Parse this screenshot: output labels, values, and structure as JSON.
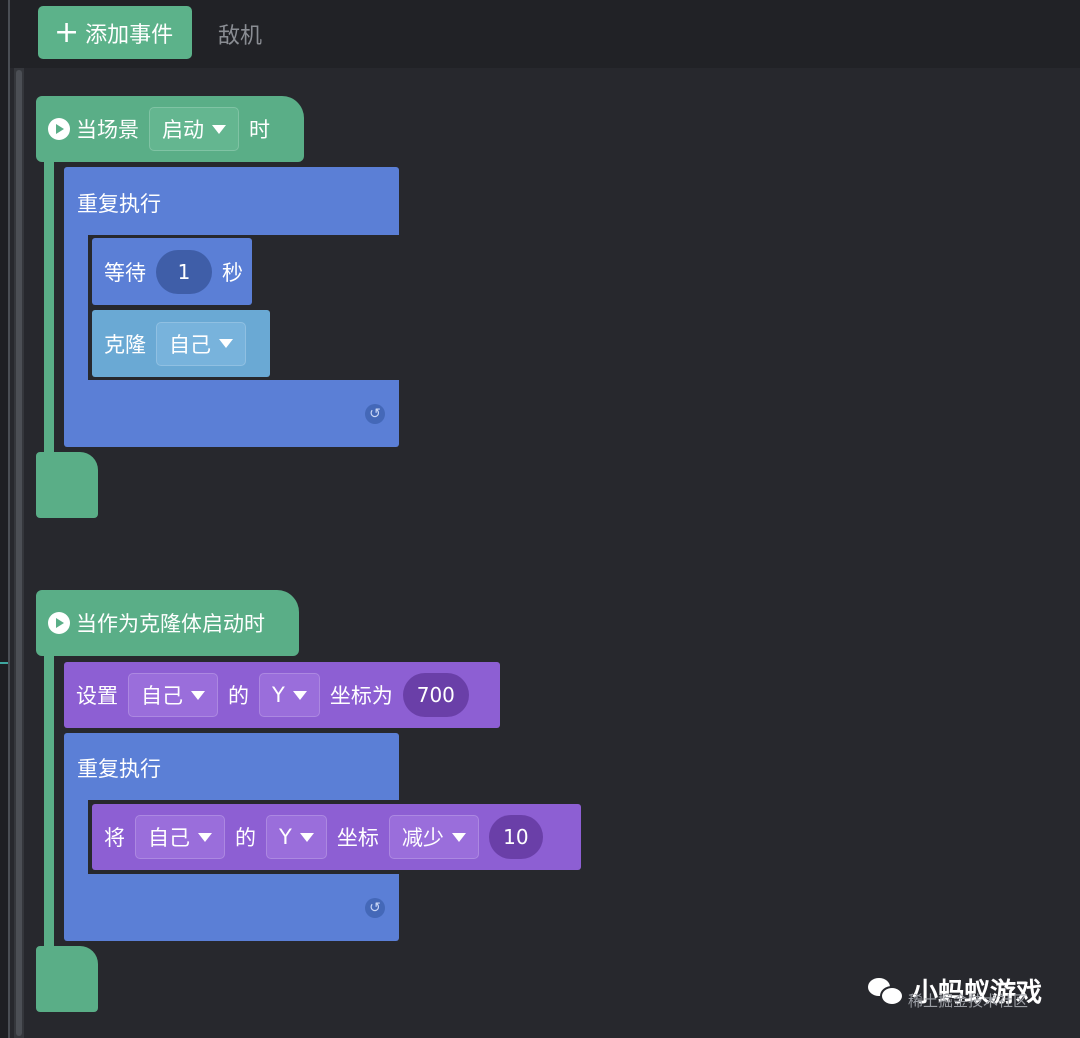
{
  "toolbar": {
    "add_event_label": "添加事件",
    "tab_label": "敌机"
  },
  "script1": {
    "hat": {
      "prefix": "当场景",
      "dropdown": "启动",
      "suffix": "时"
    },
    "loop_label": "重复执行",
    "wait": {
      "label": "等待",
      "value": "1",
      "unit": "秒"
    },
    "clone": {
      "label": "克隆",
      "dropdown": "自己"
    }
  },
  "script2": {
    "hat": {
      "label": "当作为克隆体启动时"
    },
    "set": {
      "label": "设置",
      "target": "自己",
      "of": "的",
      "axis": "Y",
      "suffix": "坐标为",
      "value": "700"
    },
    "loop_label": "重复执行",
    "change": {
      "label": "将",
      "target": "自己",
      "of": "的",
      "axis": "Y",
      "suffix": "坐标",
      "op": "减少",
      "value": "10"
    }
  },
  "watermark": {
    "main": "小蚂蚁游戏",
    "sub": "稀土掘金技术社区"
  },
  "colors": {
    "event": "#5aae87",
    "control": "#5b7fd6",
    "clone": "#6aa9d4",
    "motion": "#8d5fd3",
    "background": "#27282d"
  }
}
